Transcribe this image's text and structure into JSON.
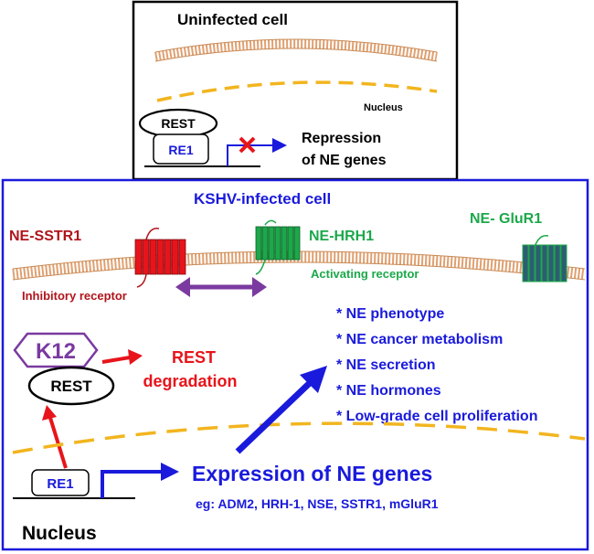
{
  "uninfected": {
    "title": "Uninfected cell",
    "nucleus_label": "Nucleus",
    "rest_label": "REST",
    "re1_label": "RE1",
    "repression_line1": "Repression",
    "repression_line2": "of NE genes"
  },
  "infected": {
    "title": "KSHV-infected cell",
    "receptors": {
      "sstr1": "NE-SSTR1",
      "hrh1": "NE-HRH1",
      "glur1": "NE- GluR1"
    },
    "inhibitory_label": "Inhibitory receptor",
    "activating_label": "Activating receptor",
    "phenotypes": [
      "* NE phenotype",
      "* NE cancer metabolism",
      "* NE secretion",
      "* NE hormones",
      "* Low-grade cell proliferation"
    ],
    "k12_label": "K12",
    "rest_label": "REST",
    "rest_degradation_line1": "REST",
    "rest_degradation_line2": "degradation",
    "re1_label": "RE1",
    "expression_label": "Expression of NE genes",
    "examples_label": "eg: ADM2, HRH-1, NSE, SSTR1, mGluR1",
    "nucleus_label": "Nucleus"
  },
  "colors": {
    "blue": "#1a1adc",
    "red": "#e8141b",
    "dark_red": "#b0141b",
    "green": "#1ca84a",
    "purple": "#7a3aa0",
    "membrane": "#e0a070",
    "nuclear_envelope": "#f2c23a",
    "glur_fill": "#2e5d73"
  }
}
